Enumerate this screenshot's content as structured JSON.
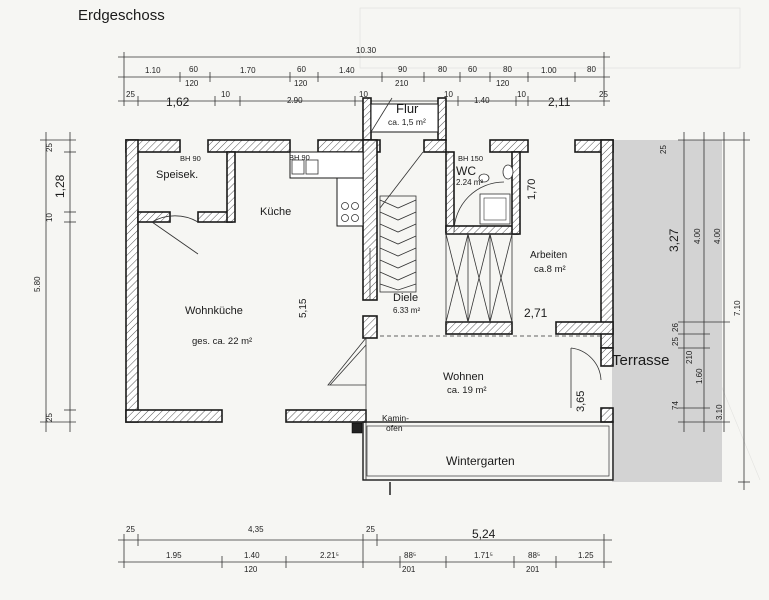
{
  "title": "Erdgeschoss",
  "rooms": {
    "flur": {
      "name": "Flur",
      "area": "ca. 1,5 m²"
    },
    "speisek": {
      "name": "Speisek."
    },
    "kueche": {
      "name": "Küche"
    },
    "wohnkueche": {
      "name": "Wohnküche",
      "area": "ges. ca. 22 m²"
    },
    "diele": {
      "name": "Diele",
      "area": "6.33 m²"
    },
    "wc": {
      "name": "WC",
      "area": "2.24 m²"
    },
    "arbeiten": {
      "name": "Arbeiten",
      "area": "ca.8 m²"
    },
    "wohnen": {
      "name": "Wohnen",
      "area": "ca. 19 m²"
    },
    "kamin_a": "Kamin-",
    "kamin_b": "ofen",
    "wintergarten": "Wintergarten",
    "terrasse": "Terrasse"
  },
  "notes": {
    "bh90_a": "BH 90",
    "bh90_b": "BH 90",
    "bh150": "BH 150"
  },
  "top_dims": {
    "overall": "10.30",
    "row1": [
      "1.10",
      "60",
      "1.70",
      "60",
      "1.40",
      "90",
      "80",
      "60",
      "80",
      "1.00",
      "80"
    ],
    "row1_sub": [
      "120",
      "120",
      "210",
      "120"
    ],
    "row2": [
      "25",
      "10",
      "2.90",
      "10",
      "10",
      "1.40",
      "10",
      "25"
    ],
    "row2_big": [
      "1,62",
      "2,11"
    ]
  },
  "bottom_dims": {
    "row1": [
      "25",
      "4,35",
      "25",
      "5,24"
    ],
    "row2": [
      "1.95",
      "1.40",
      "2.21⁵",
      "88⁵",
      "1.71⁵",
      "88⁵",
      "1.25"
    ],
    "row2_sub": [
      "120",
      "201",
      "201"
    ]
  },
  "left_dims": [
    "25",
    "1,28",
    "10",
    "5.80",
    "25"
  ],
  "right_dims": [
    "25",
    "3,27",
    "4.00",
    "4.00",
    "7.10",
    "26",
    "25",
    "210",
    "1.60",
    "74",
    "3.10"
  ],
  "inner_dims": [
    "5,15",
    "1,70",
    "2,71",
    "3,65"
  ]
}
